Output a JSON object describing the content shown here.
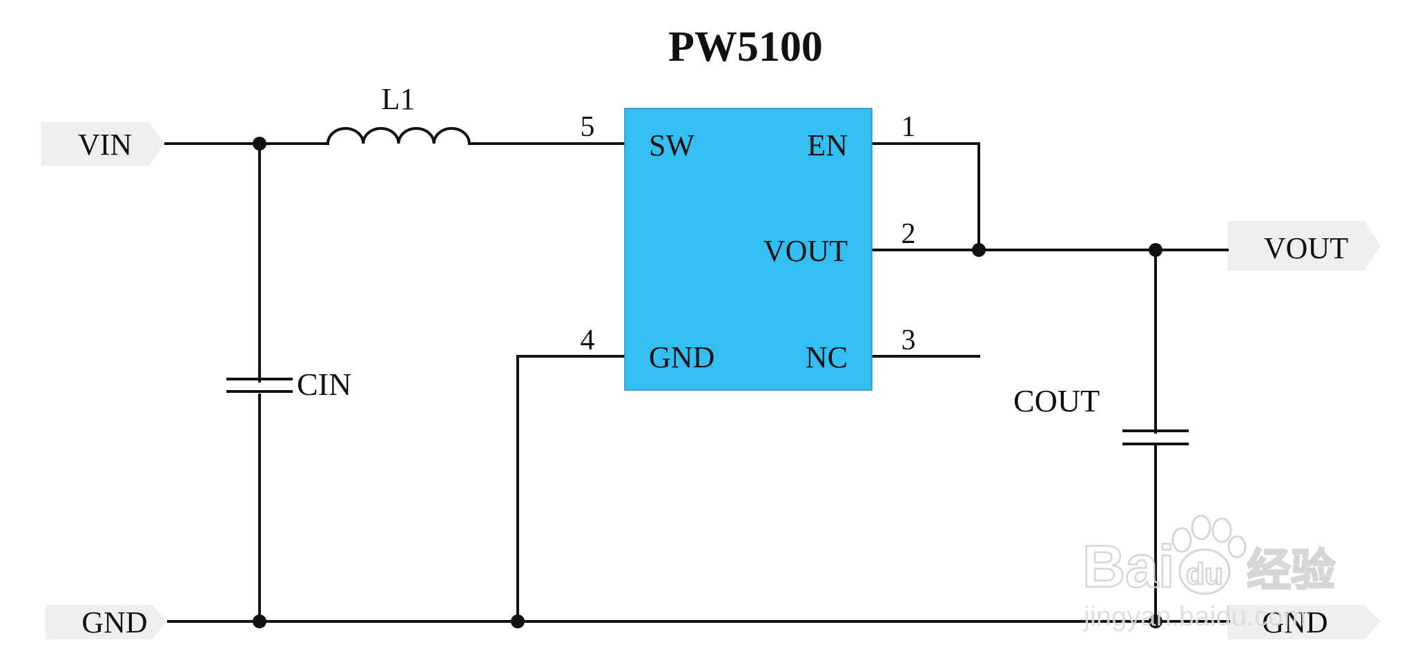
{
  "title": "PW5100",
  "chip": {
    "color": "#33bff2",
    "pins": [
      {
        "number": "5",
        "name": "SW"
      },
      {
        "number": "1",
        "name": "EN"
      },
      {
        "number": "2",
        "name": "VOUT"
      },
      {
        "number": "4",
        "name": "GND"
      },
      {
        "number": "3",
        "name": "NC"
      }
    ]
  },
  "components": {
    "inductor": "L1",
    "input_capacitor": "CIN",
    "output_capacitor": "COUT"
  },
  "ports": {
    "vin": "VIN",
    "gnd_left": "GND",
    "vout": "VOUT",
    "gnd_right": "GND"
  },
  "watermark": {
    "brand": "Bai",
    "paw_text": "du",
    "chinese": "经验",
    "url": "jingyan.baidu.com"
  }
}
